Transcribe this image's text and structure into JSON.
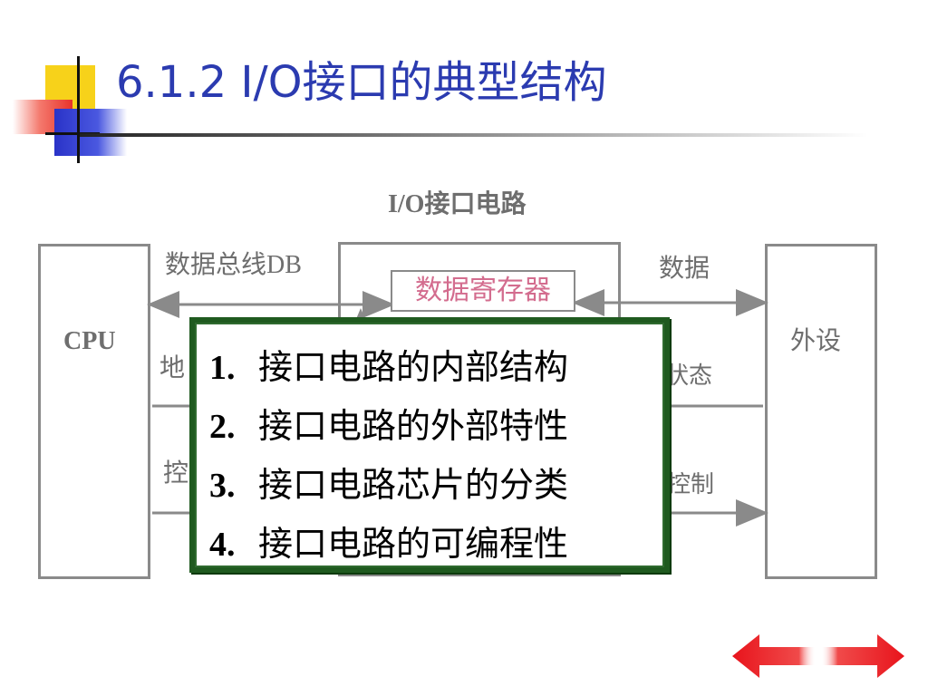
{
  "slide": {
    "title": "6.1.2  I/O接口的典型结构"
  },
  "diagram": {
    "interface_label": "I/O接口电路",
    "cpu_label": "CPU",
    "peripheral_label": "外设",
    "data_register_label": "数据寄存器",
    "data_bus_label": "数据总线DB",
    "address_label_partial": "地",
    "control_label_partial": "控",
    "right_data_label": "数据",
    "right_status_label": "状态",
    "right_control_label": "控制"
  },
  "overlay": {
    "items": [
      {
        "num": "1.",
        "text": "接口电路的内部结构"
      },
      {
        "num": "2.",
        "text": "接口电路的外部特性"
      },
      {
        "num": "3.",
        "text": "接口电路芯片的分类"
      },
      {
        "num": "4.",
        "text": "接口电路的可编程性"
      }
    ]
  },
  "colors": {
    "title": "#2b3bb0",
    "panel_border": "#1f5a1f",
    "register_text": "#d36c8e",
    "arrow_red": "#e8141c"
  },
  "icons": {
    "back": "back-arrow-icon",
    "forward": "forward-arrow-icon"
  }
}
